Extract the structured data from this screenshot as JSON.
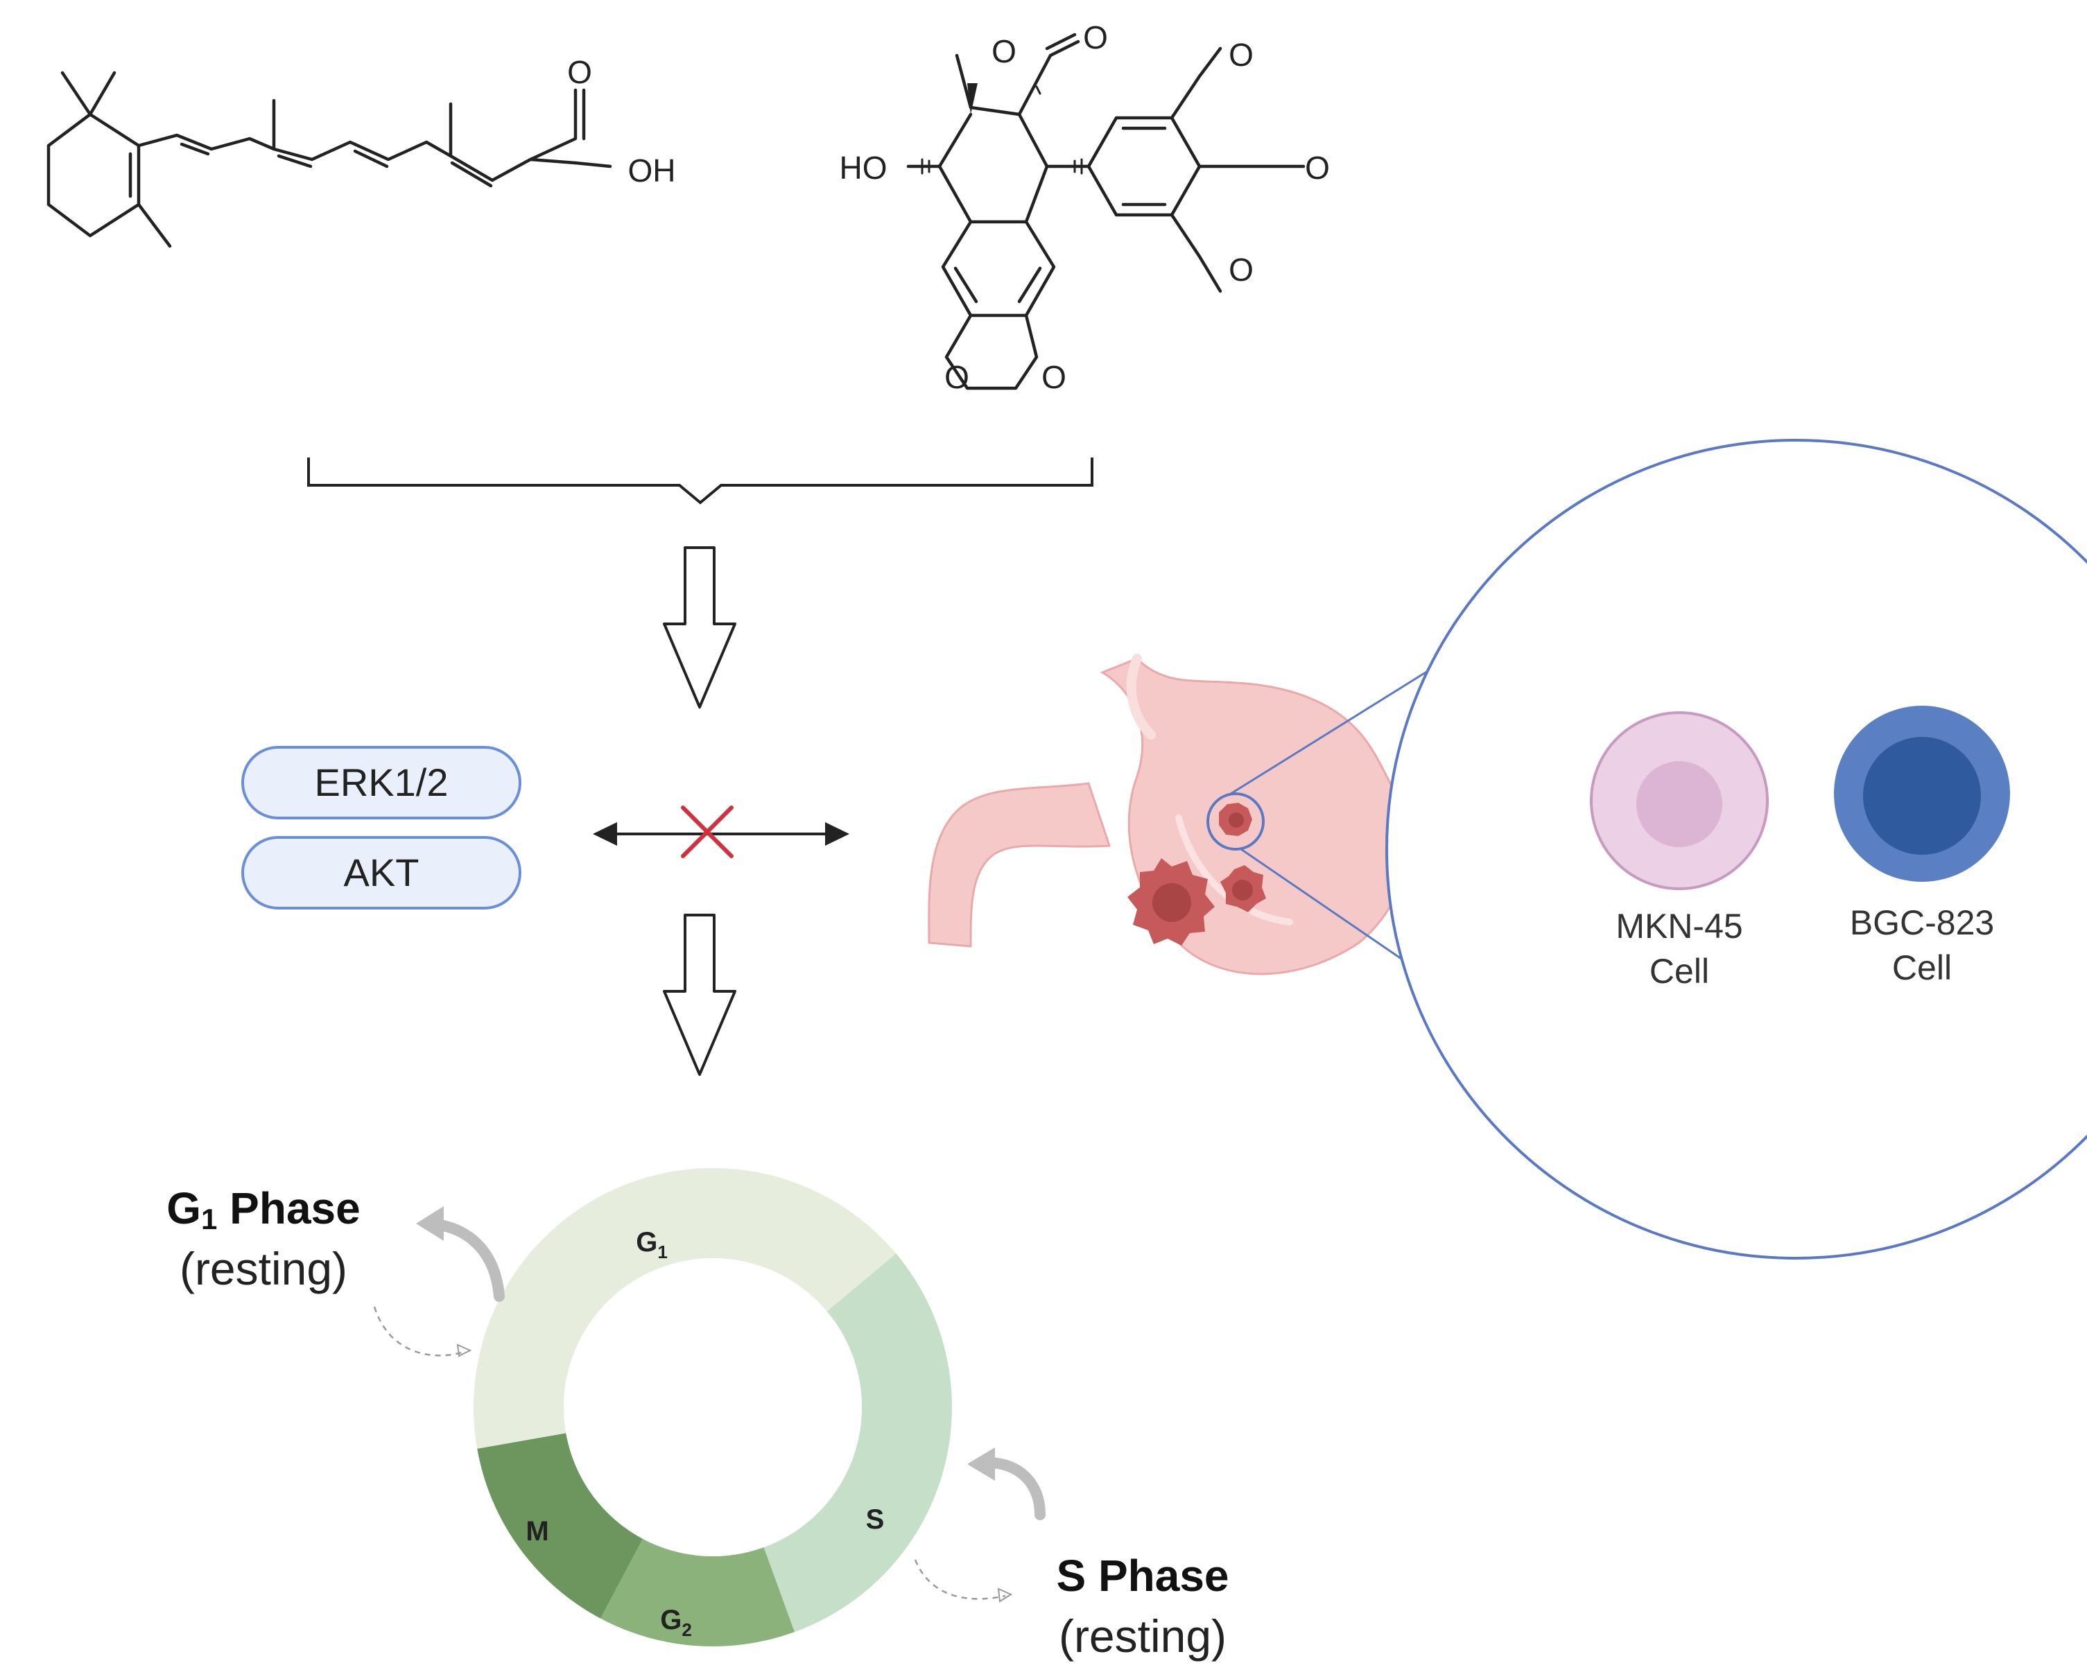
{
  "molecules": {
    "retinoic_acid": {
      "atoms": {
        "carbonyl_o": "O",
        "hydroxyl": "OH"
      }
    },
    "podophyllotoxin": {
      "atoms": {
        "lactone_o1": "O",
        "lactone_o2": "O",
        "hydroxyl": "HO",
        "dioxole_o1": "O",
        "dioxole_o2": "O",
        "methoxy_o1": "O",
        "methoxy_o2": "O",
        "methoxy_o3": "O"
      }
    }
  },
  "pathway": {
    "targets": [
      "ERK1/2",
      "AKT"
    ],
    "colors": {
      "pill_fill": "#e9f0fb",
      "pill_stroke": "#6b8fd6",
      "inhibit": "#d0313a"
    }
  },
  "stomach_zoom": {
    "cell_lines": [
      {
        "line1": "MKN-45",
        "line2": "Cell",
        "color": "#ecd0e6",
        "core": "#dcb4d4"
      },
      {
        "line1": "BGC-823",
        "line2": "Cell",
        "color": "#5a7fc2",
        "core": "#2f5a9e"
      }
    ],
    "colors": {
      "stomach": "#f6c9c9",
      "tumor": "#c65a5a",
      "zoom_line": "#5b79c2"
    }
  },
  "cell_cycle": {
    "segments": {
      "g1": "G",
      "g1_sub": "1",
      "s": "S",
      "g2": "G",
      "g2_sub": "2",
      "m": "M"
    },
    "g1_label": {
      "main": "G",
      "sub": "1",
      "rest": " Phase",
      "paren": "(resting)"
    },
    "s_label": {
      "main": "S Phase",
      "paren": "(resting)"
    },
    "colors": {
      "g1": "#e6eddd",
      "s": "#c6dfc9",
      "g2": "#8cb27b",
      "m": "#6d965f"
    }
  }
}
